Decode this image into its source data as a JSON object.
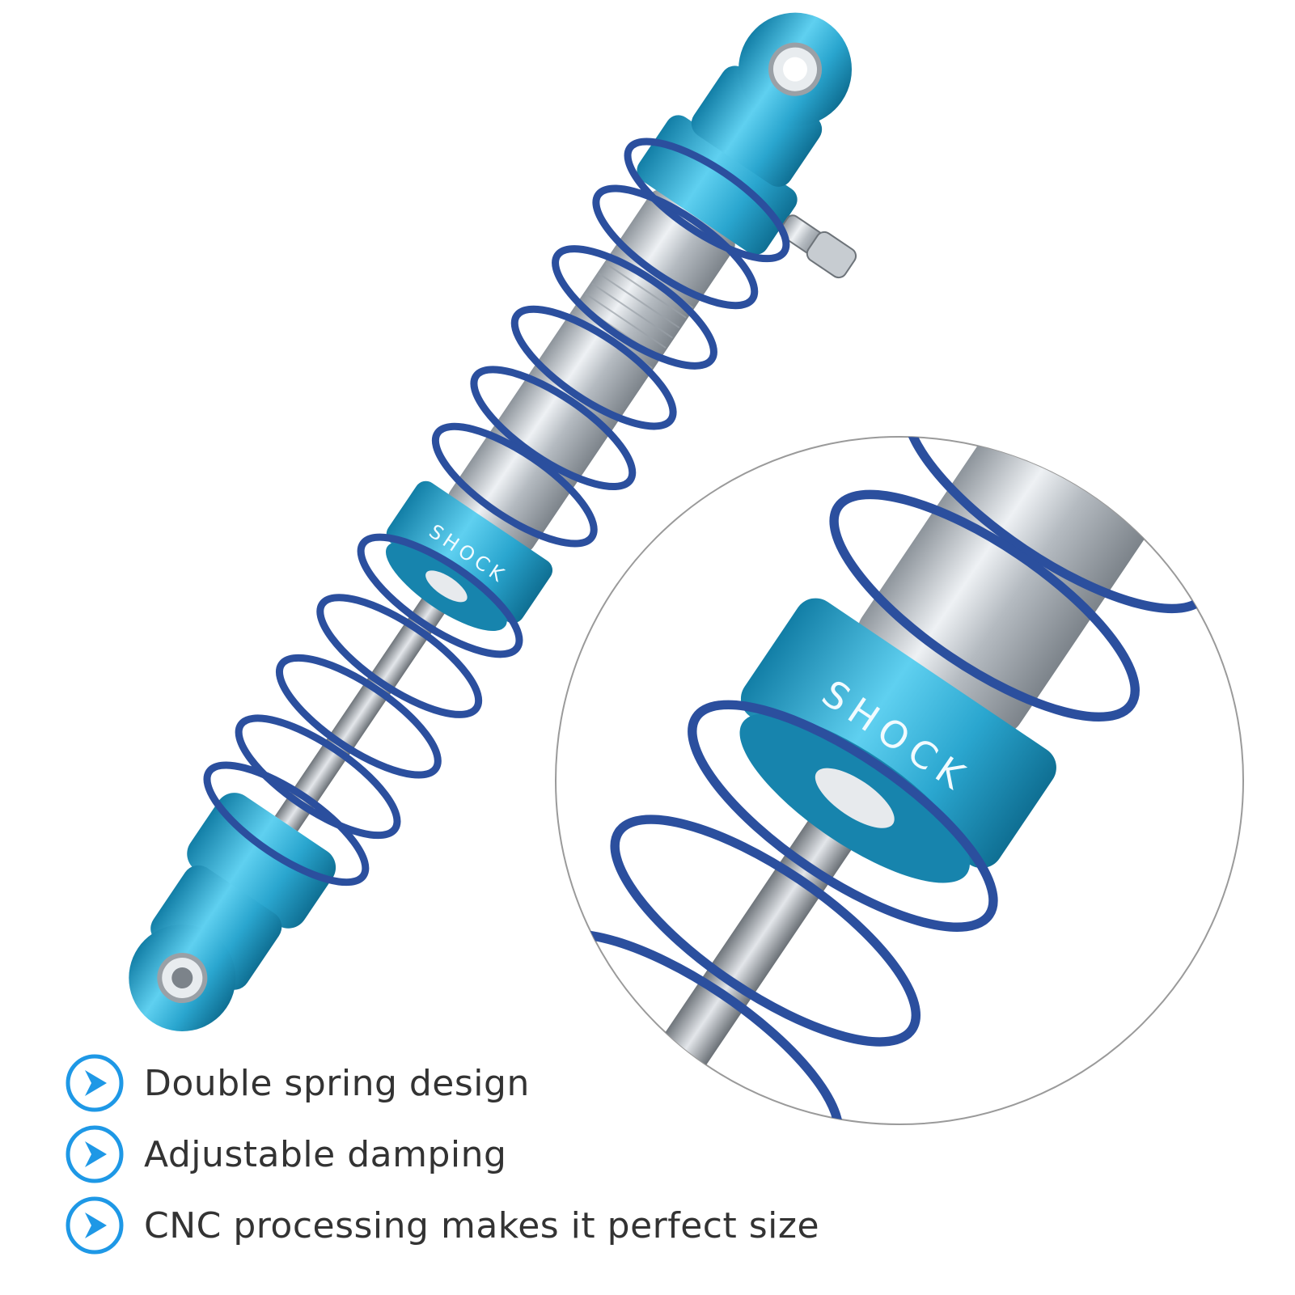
{
  "product": {
    "shock_label": "SHOCK",
    "colors": {
      "body": "#29a3cc",
      "spring": "#2b4f9e",
      "chrome": "#c9ced3",
      "accent": "#1e98e6"
    }
  },
  "features": [
    {
      "text": "Double spring design",
      "icon": "chevron-right-icon"
    },
    {
      "text": "Adjustable damping",
      "icon": "chevron-right-icon"
    },
    {
      "text": "CNC processing makes it perfect size",
      "icon": "chevron-right-icon"
    }
  ]
}
